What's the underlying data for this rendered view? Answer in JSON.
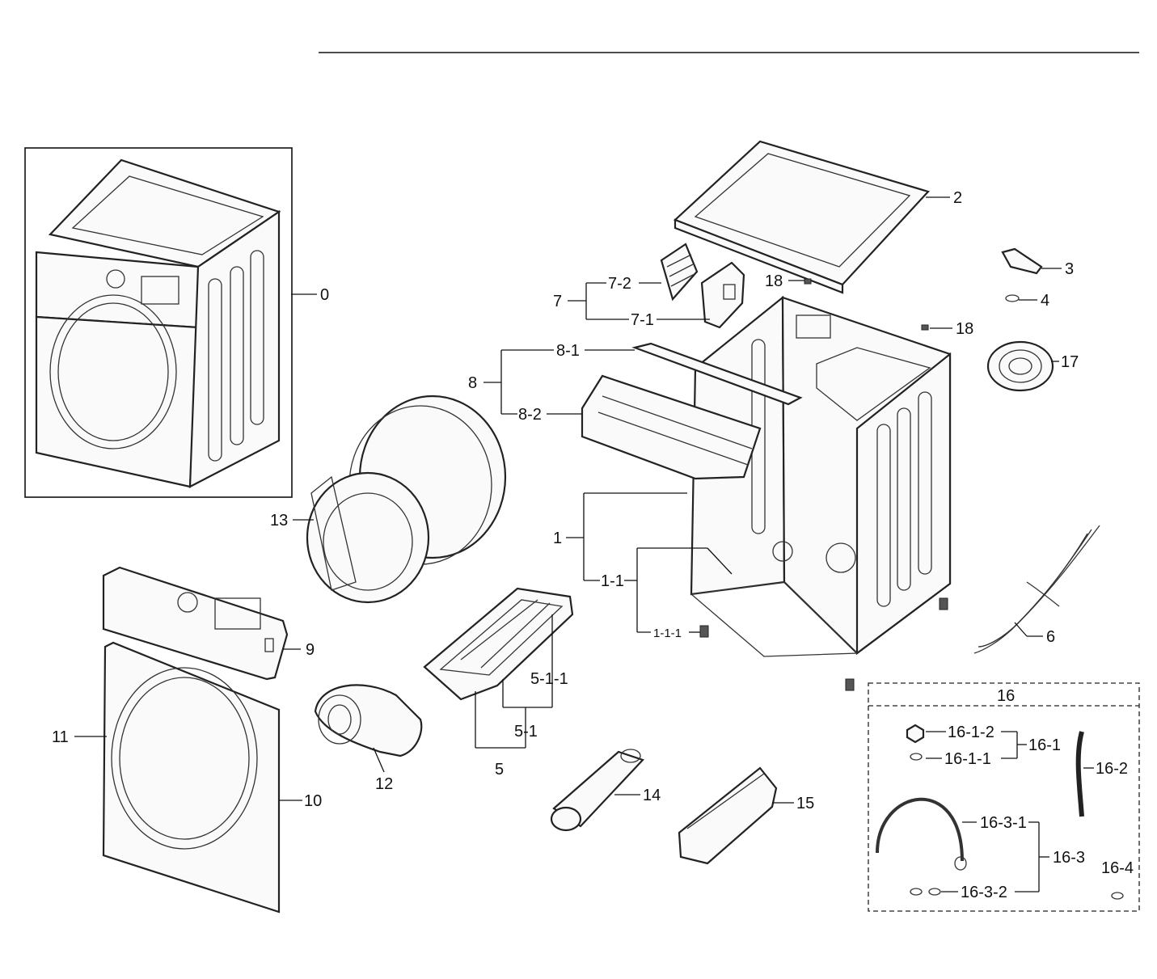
{
  "callouts": {
    "c0": "0",
    "c1": "1",
    "c1_1": "1-1",
    "c1_1_1": "1-1-1",
    "c2": "2",
    "c3": "3",
    "c4": "4",
    "c5": "5",
    "c5_1": "5-1",
    "c5_1_1": "5-1-1",
    "c6": "6",
    "c7": "7",
    "c7_1": "7-1",
    "c7_2": "7-2",
    "c8": "8",
    "c8_1": "8-1",
    "c8_2": "8-2",
    "c9": "9",
    "c10": "10",
    "c11": "11",
    "c12": "12",
    "c13": "13",
    "c14": "14",
    "c15": "15",
    "c16": "16",
    "c16_1": "16-1",
    "c16_1_1": "16-1-1",
    "c16_1_2": "16-1-2",
    "c16_2": "16-2",
    "c16_3": "16-3",
    "c16_3_1": "16-3-1",
    "c16_3_2": "16-3-2",
    "c16_4": "16-4",
    "c17": "17",
    "c18a": "18",
    "c18b": "18"
  }
}
